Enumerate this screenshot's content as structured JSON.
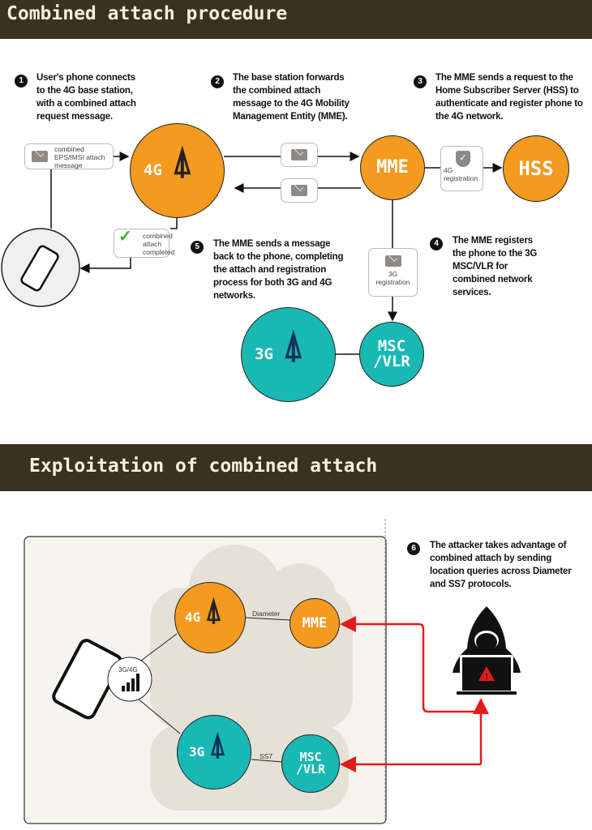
{
  "section1": {
    "title": "Combined attach procedure"
  },
  "section2": {
    "title": "Exploitation of combined attach"
  },
  "steps": [
    {
      "n": "1",
      "text": "User's phone connects to the 4G base station, with a combined attach request message."
    },
    {
      "n": "2",
      "text": "The base station forwards the combined attach message to the 4G Mobility Management Entity (MME)."
    },
    {
      "n": "3",
      "text": "The MME sends a request to the Home Subscriber Server (HSS) to authenticate and register  phone to the 4G network."
    },
    {
      "n": "4",
      "text": "The MME registers the phone to the 3G MSC/VLR for combined network services."
    },
    {
      "n": "5",
      "text": "The MME sends a message back to the phone, completing the attach and registration process for both 3G and 4G networks."
    },
    {
      "n": "6",
      "text": "The attacker takes advantage of combined attach by sending location queries across Diameter and SS7 protocols."
    }
  ],
  "nodes": {
    "g4": "4G",
    "g3": "3G",
    "mme": "MME",
    "hss": "HSS",
    "msc1": "MSC",
    "msc2": "/VLR"
  },
  "labels": {
    "attach_msg": "combined EPS/IMSI attach message",
    "completed": "combined attach completed",
    "reg4g_a": "4G",
    "reg4g_b": "registration",
    "reg3g_a": "3G",
    "reg3g_b": "registration",
    "diameter": "Diameter",
    "ss7": "SS7",
    "signal": "3G/4G"
  },
  "colors": {
    "orange": "#f39a1f",
    "teal": "#19b8b5",
    "header": "#3a3221",
    "attack": "#e41b1b"
  }
}
